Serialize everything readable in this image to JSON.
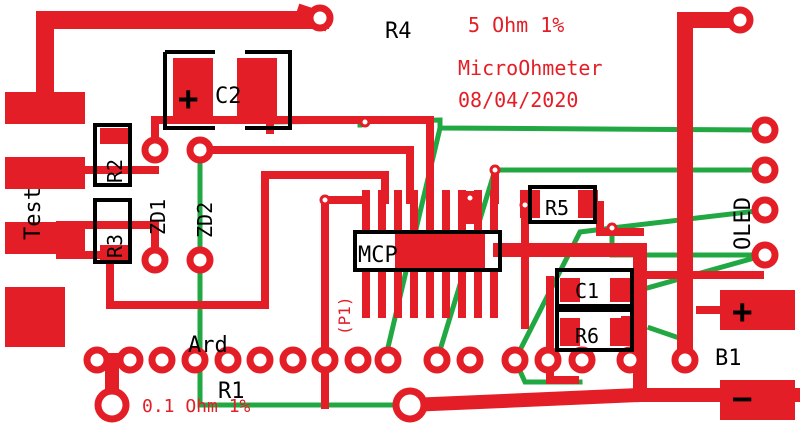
{
  "colors": {
    "copper_top": "#e41e26",
    "copper_bottom": "#21a843",
    "silkscreen": "#000000",
    "background": "#ffffff"
  },
  "labels": {
    "r4": "R4",
    "r4_value": "5 Ohm 1%",
    "project_name": "MicroOhmeter",
    "date": "08/04/2020",
    "c2": "C2",
    "r2": "R2",
    "r3": "R3",
    "zd1": "ZD1",
    "zd2": "ZD2",
    "test": "Test",
    "mcp": "MCP",
    "p1": "(P1)",
    "r5": "R5",
    "c1": "C1",
    "r6": "R6",
    "oled": "OLED",
    "ard": "Ard",
    "r1": "R1",
    "r1_value": "0.1 Ohm 1%",
    "b1": "B1",
    "plus": "+",
    "minus": "−"
  }
}
